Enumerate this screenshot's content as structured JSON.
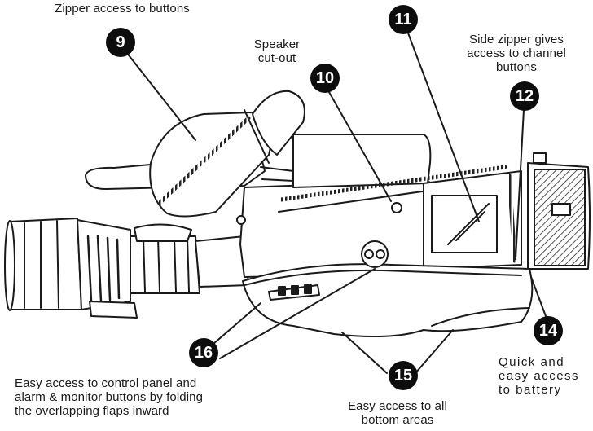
{
  "colors": {
    "ink": "#1a1a1a",
    "badge": "#0d0d0d",
    "badge_text": "#ffffff",
    "background": "#ffffff"
  },
  "callouts": [
    {
      "number": "9",
      "text": "Zipper access to buttons"
    },
    {
      "number": "10",
      "text": "Speaker\ncut-out"
    },
    {
      "number": "11",
      "text": ""
    },
    {
      "number": "12",
      "text": "Side zipper gives\naccess to channel\nbuttons"
    },
    {
      "number": "14",
      "text": "Quick and\neasy access\nto battery"
    },
    {
      "number": "15",
      "text": "Easy access to all\nbottom areas"
    },
    {
      "number": "16",
      "text": "Easy access to control panel and\nalarm & monitor buttons by folding\nthe overlapping flaps inward"
    }
  ]
}
